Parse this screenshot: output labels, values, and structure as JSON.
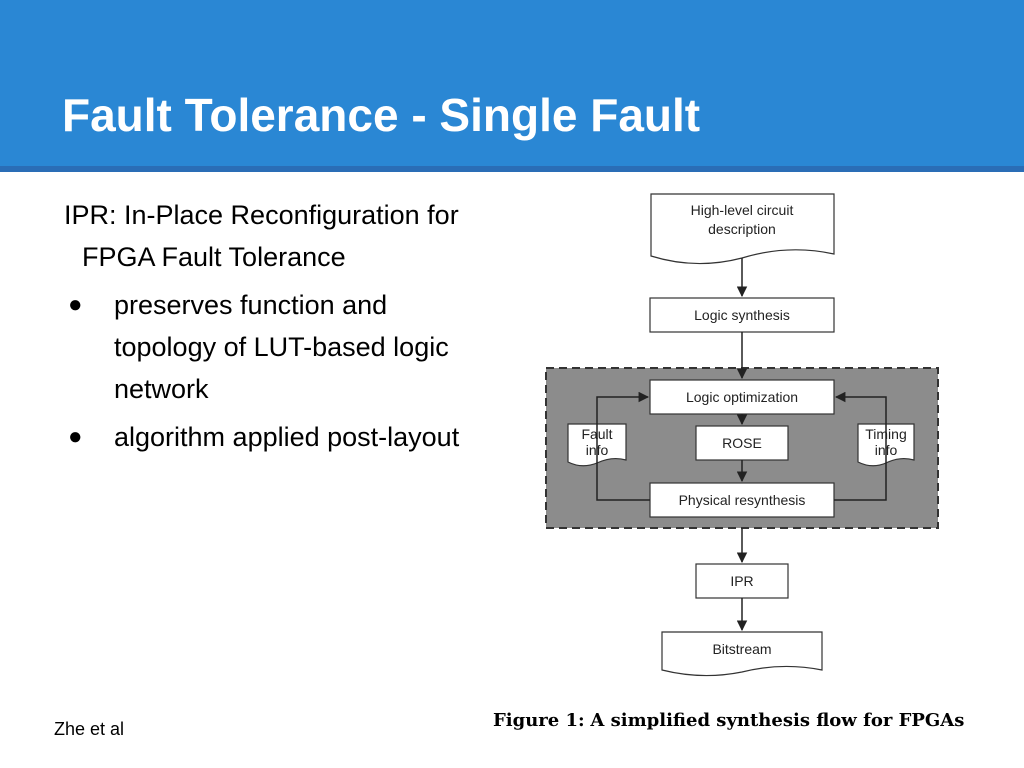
{
  "slide": {
    "title": "Fault Tolerance - Single Fault",
    "intro": "IPR: In-Place Reconfiguration for FPGA Fault Tolerance",
    "bullets": [
      "preserves function and topology of LUT-based logic network",
      "algorithm applied post-layout"
    ],
    "footer": "Zhe et al",
    "bullet_symbol": "●"
  },
  "figure": {
    "caption_label": "Figure 1:",
    "caption_text": "A simplified synthesis flow for FPGAs",
    "nodes": {
      "high_level_line1": "High-level circuit",
      "high_level_line2": "description",
      "logic_synthesis": "Logic synthesis",
      "logic_optimization": "Logic optimization",
      "rose": "ROSE",
      "physical_resynthesis": "Physical resynthesis",
      "fault_info_line1": "Fault",
      "fault_info_line2": "info",
      "timing_info_line1": "Timing",
      "timing_info_line2": "info",
      "ipr": "IPR",
      "bitstream": "Bitstream"
    },
    "colors": {
      "region_fill": "#8c8c8c",
      "box_fill": "#ffffff",
      "stroke": "#333333"
    }
  },
  "colors": {
    "header": "#2a87d4",
    "header_bar": "#2a6db6",
    "title_text": "#ffffff"
  }
}
